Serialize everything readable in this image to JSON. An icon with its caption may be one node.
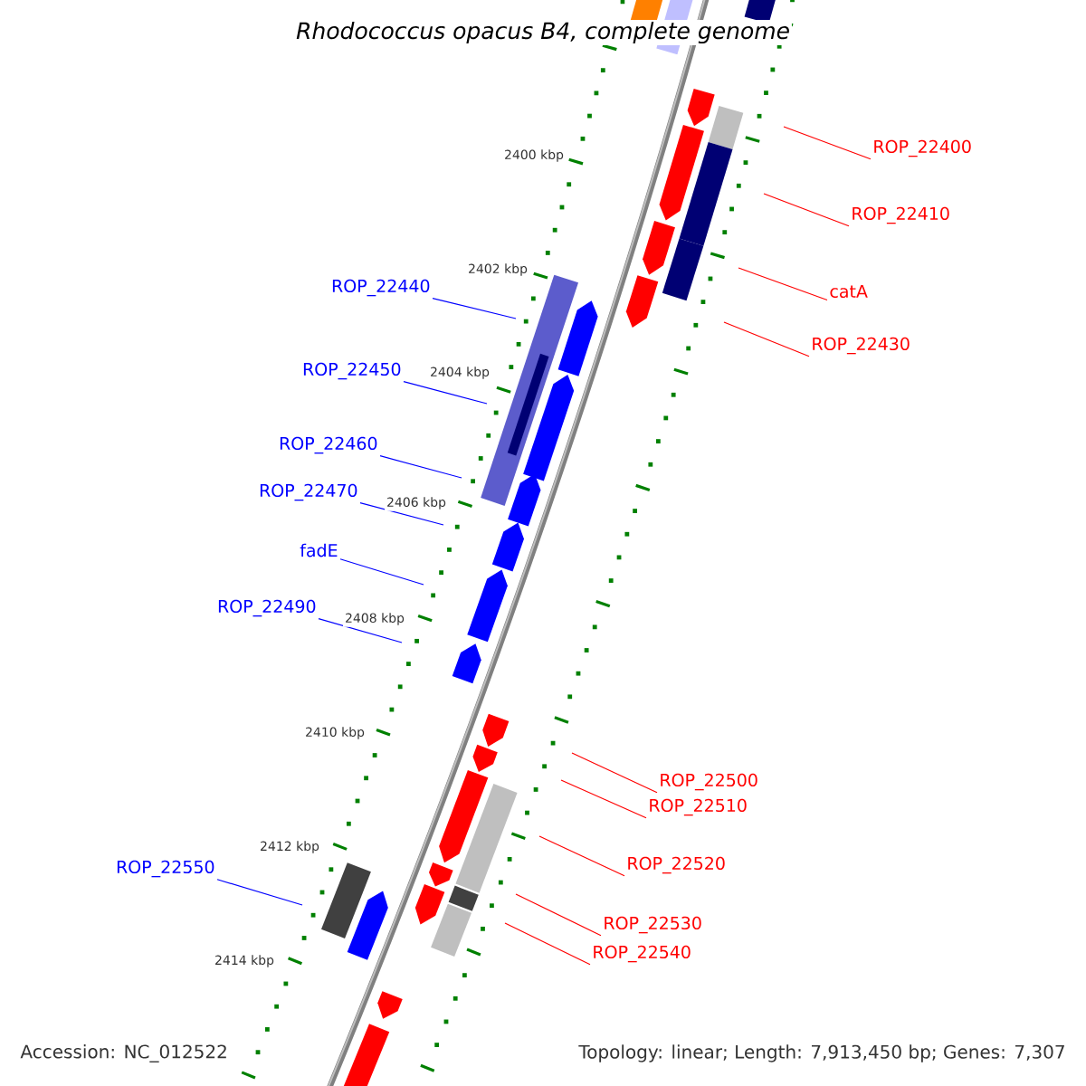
{
  "diagram": {
    "title": "Rhodococcus opacus B4, complete genome",
    "nodes": [
      {
        "text": [
          "ROP_22400"
        ]
      },
      {
        "text": [
          "ROP_22410"
        ]
      },
      {
        "text": [
          "ROP_22440"
        ]
      },
      {
        "text": [
          "catA"
        ]
      },
      {
        "text": [
          "ROP_22430"
        ]
      },
      {
        "text": [
          "ROP_22450"
        ]
      },
      {
        "text": [
          "ROP_22460"
        ]
      },
      {
        "text": [
          "ROP_22470"
        ]
      },
      {
        "text": [
          "fadE"
        ]
      },
      {
        "text": [
          "ROP_22490"
        ]
      },
      {
        "text": [
          "ROP_22500"
        ]
      },
      {
        "text": [
          "ROP_22510"
        ]
      },
      {
        "text": [
          "ROP_22520"
        ]
      },
      {
        "text": [
          "ROP_22550"
        ]
      },
      {
        "text": [
          "ROP_22530"
        ]
      },
      {
        "text": [
          "ROP_22540"
        ]
      }
    ],
    "edges": [
      {
        "from": 0,
        "to": null,
        "arrow": "none"
      },
      {
        "from": 1,
        "to": null,
        "arrow": "none"
      },
      {
        "from": 2,
        "to": null,
        "arrow": "none",
        "color": "#0000ff"
      },
      {
        "from": 3,
        "to": null,
        "arrow": "none"
      },
      {
        "from": 4,
        "to": null,
        "arrow": "none"
      },
      {
        "from": 5,
        "to": null,
        "arrow": "none",
        "color": "#0000ff"
      },
      {
        "from": 6,
        "to": null,
        "arrow": "none",
        "color": "#0000ff"
      },
      {
        "from": 7,
        "to": null,
        "arrow": "none",
        "color": "#0000ff"
      },
      {
        "from": 8,
        "to": null,
        "arrow": "none",
        "color": "#0000ff"
      },
      {
        "from": 9,
        "to": null,
        "arrow": "none",
        "color": "#0000ff"
      },
      {
        "from": 10,
        "to": null,
        "arrow": "none"
      },
      {
        "from": 11,
        "to": null,
        "arrow": "none"
      },
      {
        "from": 12,
        "to": null,
        "arrow": "none"
      },
      {
        "from": 13,
        "to": null,
        "arrow": "none",
        "color": "#0000ff"
      },
      {
        "from": 14,
        "to": null,
        "arrow": "none"
      },
      {
        "from": 15,
        "to": null,
        "arrow": "none"
      }
    ],
    "labels": [
      "2400 kbp",
      "2402 kbp",
      "2404 kbp",
      "2406 kbp",
      "2408 kbp",
      "2410 kbp",
      "2412 kbp",
      "2414 kbp",
      "Accession: NC_012522",
      "Topology: linear; Length: 7,913,450 bp; Genes: 7,307"
    ]
  }
}
